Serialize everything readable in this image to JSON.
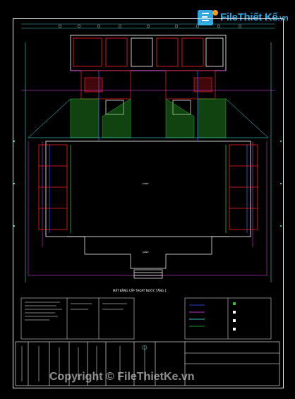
{
  "watermark": {
    "brand_main": "File",
    "brand_second": "Thiết Kế",
    "brand_suffix": ".vn",
    "copyright": "Copyright © FileThietKe.vn"
  },
  "drawing": {
    "caption": "MẶT BẰNG CẤP THOÁT NƯỚC TẦNG 1",
    "hall_label": "SẢNH",
    "hall_label_2": "SẢNH"
  },
  "colors": {
    "background": "#000000",
    "frame": "#e8e8e8",
    "walls_red": "#ff2020",
    "walls_white": "#ffffff",
    "water_blue": "#3a5cff",
    "pipe_magenta": "#ff40ff",
    "grid_cyan": "#40ffff",
    "greenery": "#2fbf2f",
    "brand_blue": "#2ea7e0"
  }
}
